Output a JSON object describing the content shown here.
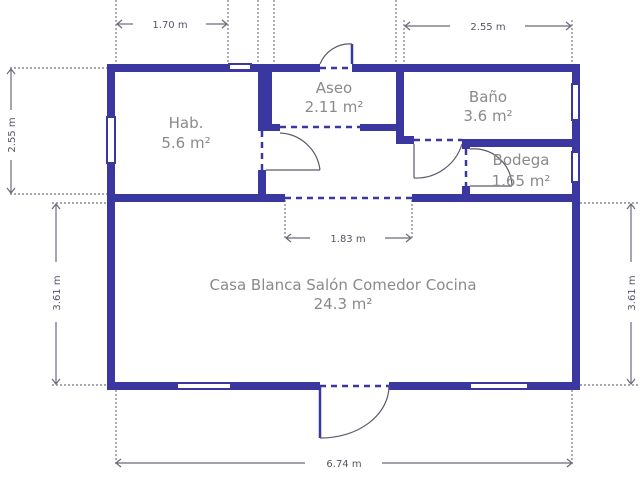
{
  "plan": {
    "title": "Casa Blanca floor plan",
    "colors": {
      "wall": "#3a37a0",
      "text": "#8a8a8a",
      "dimension": "#555566",
      "background": "#ffffff"
    },
    "rooms": [
      {
        "name": "Hab.",
        "area": "5.6 m²"
      },
      {
        "name": "Aseo",
        "area": "2.11 m²"
      },
      {
        "name": "Baño",
        "area": "3.6 m²"
      },
      {
        "name": "Bodega",
        "area": "1.65 m²"
      },
      {
        "name": "Casa Blanca Salón Comedor Cocina",
        "area": "24.3 m²"
      }
    ],
    "dimensions": {
      "top_left_width": "1.70 m",
      "top_right_width": "2.55 m",
      "left_upper_height": "2.55 m",
      "left_lower_height": "3.61 m",
      "right_lower_height": "3.61 m",
      "corridor_width": "1.83 m",
      "total_width": "6.74 m"
    }
  }
}
